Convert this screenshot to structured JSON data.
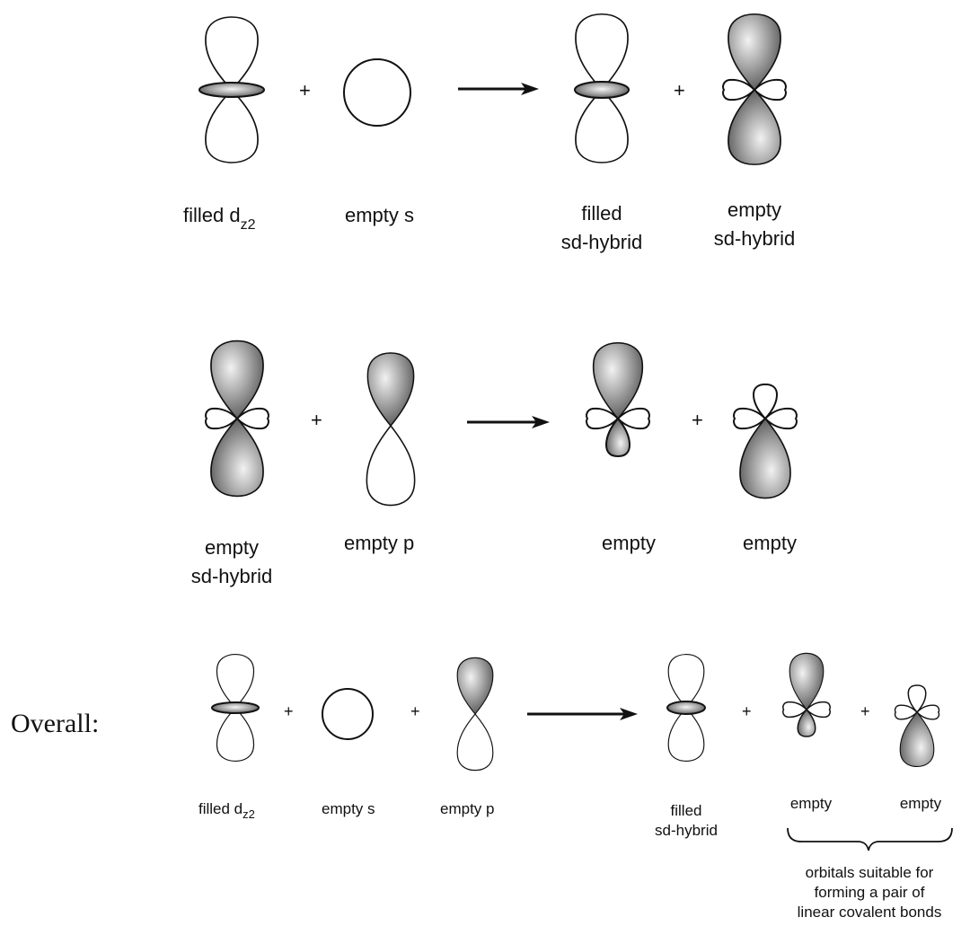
{
  "colors": {
    "background": "#ffffff",
    "outline": "#111111",
    "shade_dark": "#5a5a5a",
    "shade_light": "#f2f2f2"
  },
  "rows": [
    {
      "labels": {
        "filled_dz2_base": "filled d",
        "filled_dz2_sub": "z2",
        "empty_s": "empty s",
        "filled_sd_line1": "filled",
        "filled_sd_line2": "sd-hybrid",
        "empty_sd_line1": "empty",
        "empty_sd_line2": "sd-hybrid"
      },
      "plus": "+"
    },
    {
      "labels": {
        "empty_sd_line1": "empty",
        "empty_sd_line2": "sd-hybrid",
        "empty_p": "empty p",
        "empty_a": "empty",
        "empty_b": "empty"
      },
      "plus": "+"
    },
    {
      "heading": "Overall:",
      "labels": {
        "filled_dz2_base": "filled d",
        "filled_dz2_sub": "z2",
        "empty_s": "empty s",
        "empty_p": "empty p",
        "filled_sd_line1": "filled",
        "filled_sd_line2": "sd-hybrid",
        "empty_a": "empty",
        "empty_b": "empty"
      },
      "plus": "+",
      "brace_caption": [
        "orbitals suitable for",
        "forming a pair of",
        "linear covalent bonds"
      ]
    }
  ]
}
